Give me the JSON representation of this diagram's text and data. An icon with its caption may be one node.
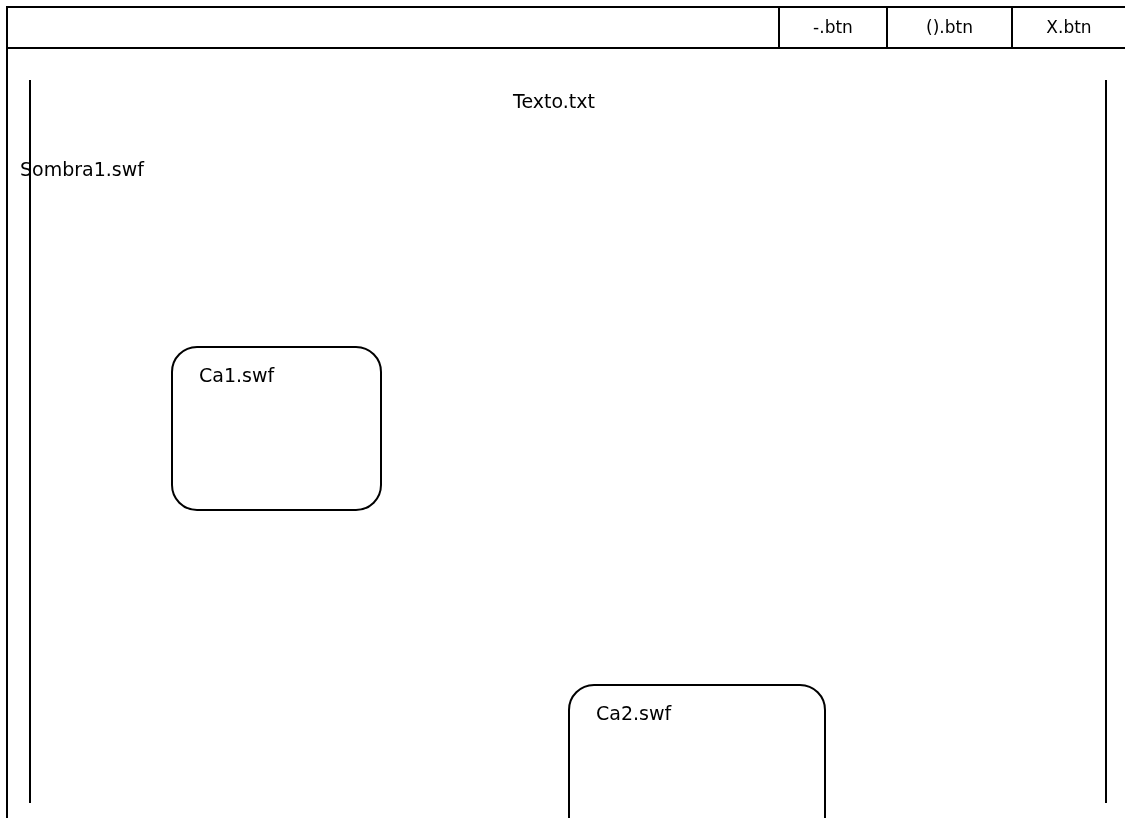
{
  "diagram": {
    "nodes": [
      {
        "text": [
          "-.btn"
        ]
      },
      {
        "text": [
          "().btn"
        ]
      },
      {
        "text": [
          "X.btn"
        ]
      },
      {
        "text": [
          "Ca1.swf"
        ]
      },
      {
        "text": [
          "Ca2.swf"
        ]
      }
    ],
    "edges": [],
    "labels": [
      "Texto.txt",
      "Sombra1.swf"
    ]
  }
}
